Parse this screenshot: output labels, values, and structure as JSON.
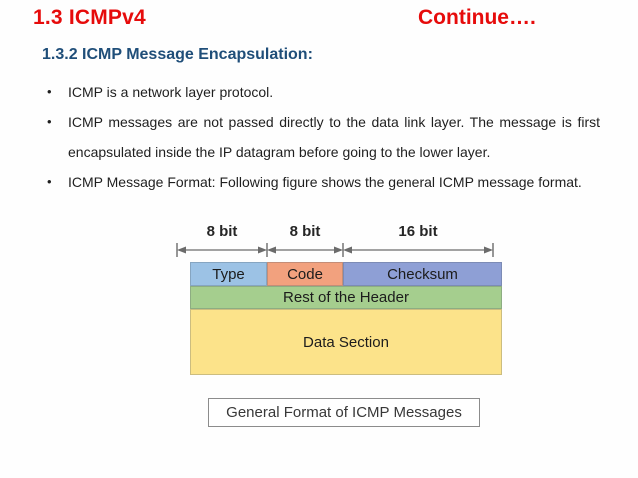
{
  "slide": {
    "title": "1.3 ICMPv4",
    "continue_label": "Continue….",
    "subtitle": "1.3.2 ICMP Message Encapsulation:",
    "bullet_marker": "•",
    "bullets": [
      "ICMP is a network layer protocol.",
      "ICMP messages are not passed directly to the data link layer. The message is first encapsulated inside the IP datagram before going to the lower layer.",
      "ICMP Message Format: Following figure shows the general ICMP message format."
    ]
  },
  "diagram": {
    "bit_labels": [
      "8 bit",
      "8 bit",
      "16 bit"
    ],
    "fields": {
      "type": "Type",
      "code": "Code",
      "checksum": "Checksum",
      "rest": "Rest of the Header",
      "data": "Data Section"
    },
    "colors": {
      "type": "#9cc2e5",
      "code": "#f2a17e",
      "checksum": "#8e9fd5",
      "rest": "#a5ce8e",
      "data": "#fce38a"
    },
    "caption": "General Format of ICMP Messages"
  },
  "colors": {
    "accent_red": "#e60b0b",
    "heading_blue": "#1f4e79",
    "body_text": "#1f1f1f"
  }
}
